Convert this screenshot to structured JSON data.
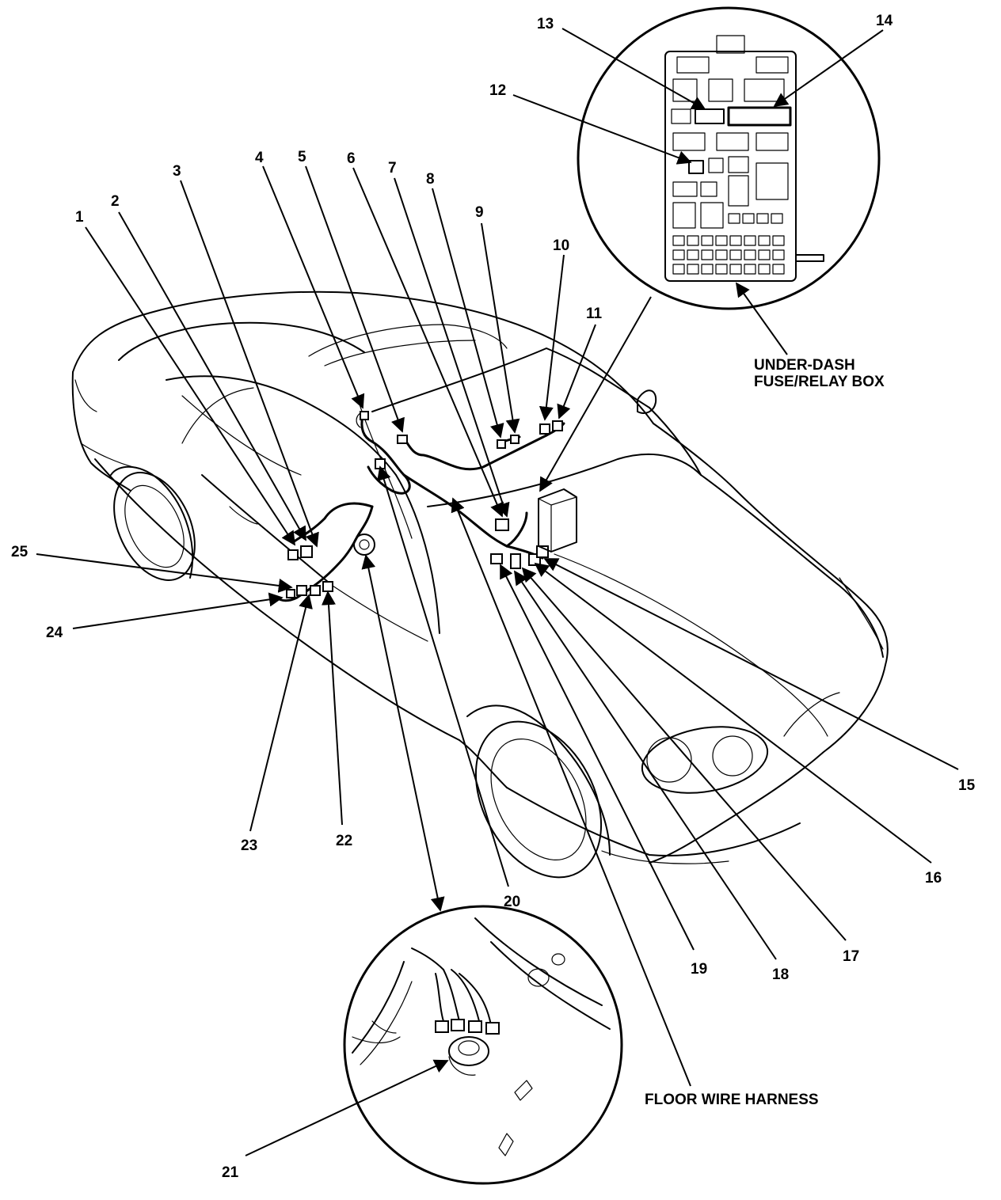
{
  "callouts": [
    "1",
    "2",
    "3",
    "4",
    "5",
    "6",
    "7",
    "8",
    "9",
    "10",
    "11",
    "12",
    "13",
    "14",
    "15",
    "16",
    "17",
    "18",
    "19",
    "20",
    "21",
    "22",
    "23",
    "24",
    "25"
  ],
  "captions": {
    "fuse_box_line1": "UNDER-DASH",
    "fuse_box_line2": "FUSE/RELAY BOX",
    "floor_harness": "FLOOR WIRE HARNESS"
  }
}
